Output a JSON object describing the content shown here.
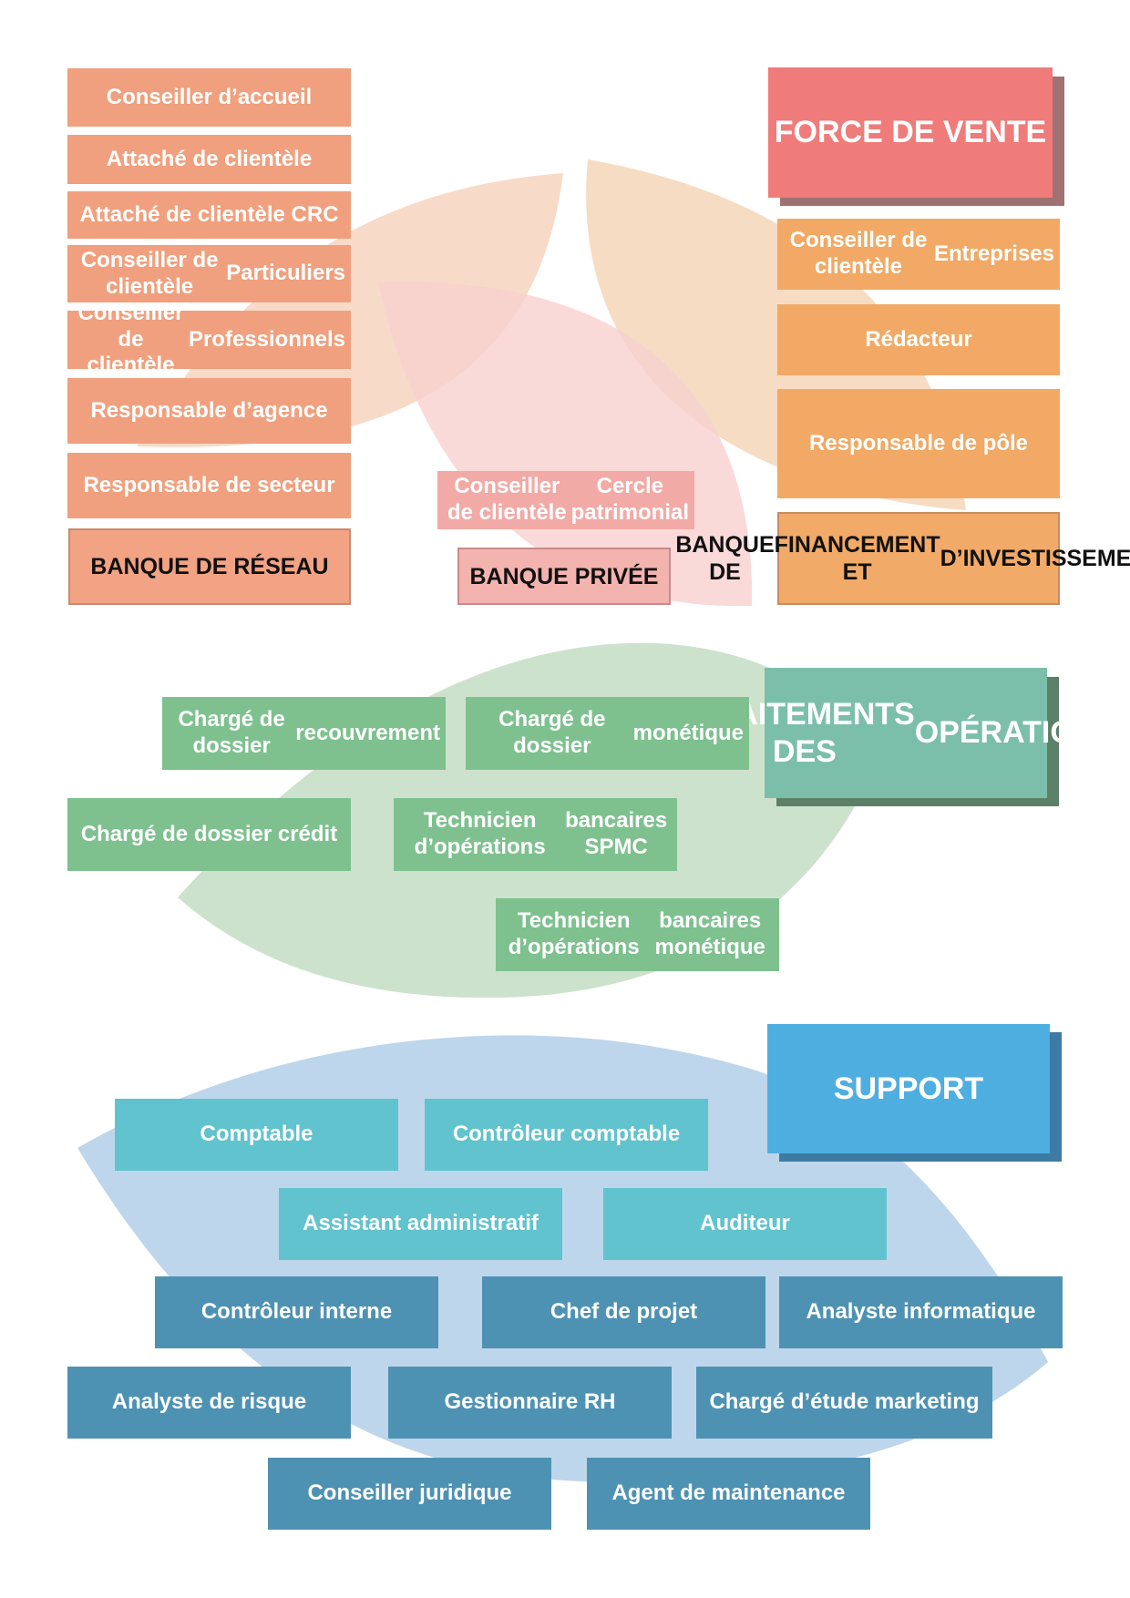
{
  "colors": {
    "reseau_box": "#f0a07e",
    "reseau_label_bg": "#f2a384",
    "reseau_label_border": "#c98a72",
    "privee_box": "#f2aaa6",
    "privee_label_bg": "#f3b3ae",
    "privee_label_border": "#c98a8a",
    "bfi_box": "#f1a965",
    "bfi_label_bg": "#f1aa68",
    "bfi_label_border": "#c98a60",
    "force_header": "#ef7c7a",
    "force_shadow": "#a07171",
    "ops_box": "#7ec18f",
    "ops_header": "#7bbfaa",
    "ops_shadow": "#5c7f68",
    "support_light": "#61c3cd",
    "support_dark": "#4e92b3",
    "support_header": "#4faee0",
    "support_shadow": "#3d7ba3",
    "petal_reseau": "#f6d3be",
    "petal_bfi": "#f5d6b8",
    "petal_privee": "#f7d1cf",
    "leaf_ops": "#cde2cc",
    "leaf_support": "#bed6eb",
    "label_text": "#111111"
  },
  "force_de_vente": {
    "header": "FORCE DE VENTE",
    "banque_de_reseau": {
      "label": "BANQUE DE RÉSEAU",
      "jobs": [
        {
          "lines": [
            "Conseiller d’accueil"
          ]
        },
        {
          "lines": [
            "Attaché de clientèle"
          ]
        },
        {
          "lines": [
            "Attaché de clientèle CRC"
          ]
        },
        {
          "lines": [
            "Conseiller de clientèle",
            "Particuliers"
          ]
        },
        {
          "lines": [
            "Conseiller de clientèle",
            "Professionnels"
          ]
        },
        {
          "lines": [
            "Responsable d’agence"
          ]
        },
        {
          "lines": [
            "Responsable de secteur"
          ]
        }
      ]
    },
    "banque_privee": {
      "label": "BANQUE PRIVÉE",
      "jobs": [
        {
          "lines": [
            "Conseiller de clientèle",
            "Cercle patrimonial"
          ]
        }
      ]
    },
    "bfi": {
      "label_lines": [
        "BANQUE DE",
        "FINANCEMENT ET",
        "D’INVESTISSEMENT"
      ],
      "jobs": [
        {
          "lines": [
            "Conseiller de clientèle",
            "Entreprises"
          ]
        },
        {
          "lines": [
            "Rédacteur"
          ]
        },
        {
          "lines": [
            "Responsable de pôle"
          ]
        }
      ]
    }
  },
  "traitements": {
    "header_lines": [
      "TRAITEMENTS DES",
      "OPÉRATIONS"
    ],
    "jobs": [
      {
        "lines": [
          "Chargé de dossier",
          "recouvrement"
        ]
      },
      {
        "lines": [
          "Chargé de dossier",
          "monétique"
        ]
      },
      {
        "lines": [
          "Chargé de dossier crédit"
        ]
      },
      {
        "lines": [
          "Technicien d’opérations",
          "bancaires SPMC"
        ]
      },
      {
        "lines": [
          "Technicien d’opérations",
          "bancaires monétique"
        ]
      }
    ]
  },
  "support": {
    "header": "SUPPORT",
    "jobs": [
      {
        "lines": [
          "Comptable"
        ]
      },
      {
        "lines": [
          "Contrôleur comptable"
        ]
      },
      {
        "lines": [
          "Assistant administratif"
        ]
      },
      {
        "lines": [
          "Auditeur"
        ]
      },
      {
        "lines": [
          "Contrôleur interne"
        ]
      },
      {
        "lines": [
          "Chef de projet"
        ]
      },
      {
        "lines": [
          "Analyste informatique"
        ]
      },
      {
        "lines": [
          "Analyste de risque"
        ]
      },
      {
        "lines": [
          "Gestionnaire RH"
        ]
      },
      {
        "lines": [
          "Chargé d’étude marketing"
        ]
      },
      {
        "lines": [
          "Conseiller juridique"
        ]
      },
      {
        "lines": [
          "Agent de maintenance"
        ]
      }
    ]
  }
}
